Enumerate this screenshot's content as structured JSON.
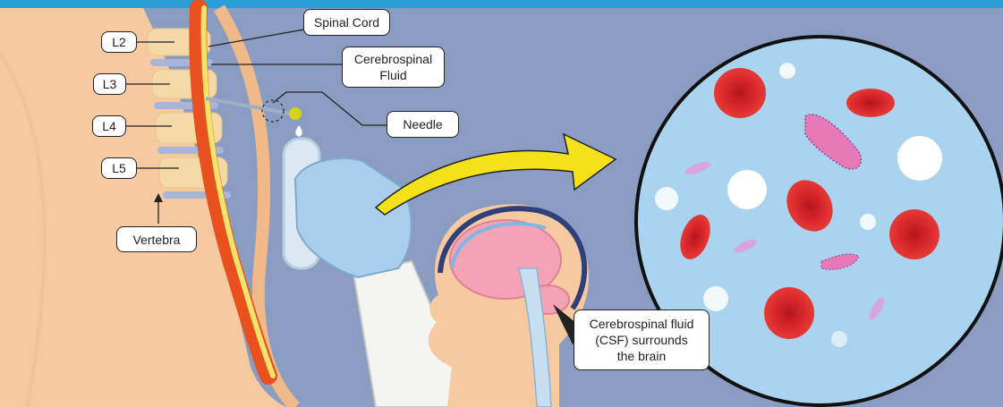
{
  "labels": {
    "l2": "L2",
    "l3": "L3",
    "l4": "L4",
    "l5": "L5",
    "vertebra": "Vertebra",
    "spinal_cord": "Spinal Cord",
    "cerebrospinal_fluid": "Cerebrospinal\nFluid",
    "needle": "Needle",
    "csf_surrounds": "Cerebrospinal fluid\n(CSF) surrounds\nthe brain"
  },
  "colors": {
    "background": "#8b9cc2",
    "header_bar": "#2a9fd6",
    "skin": "#f6c9a0",
    "spinal_cord": "#e8501e",
    "csf": "#f3e36a",
    "red_blood_cell": "#d8262b",
    "bacteria": "#e879b8",
    "white_cell": "#ffffff",
    "magnified_fluid": "#a9d3ee",
    "glove": "#a9cdea",
    "arrow": "#f5e11a"
  }
}
